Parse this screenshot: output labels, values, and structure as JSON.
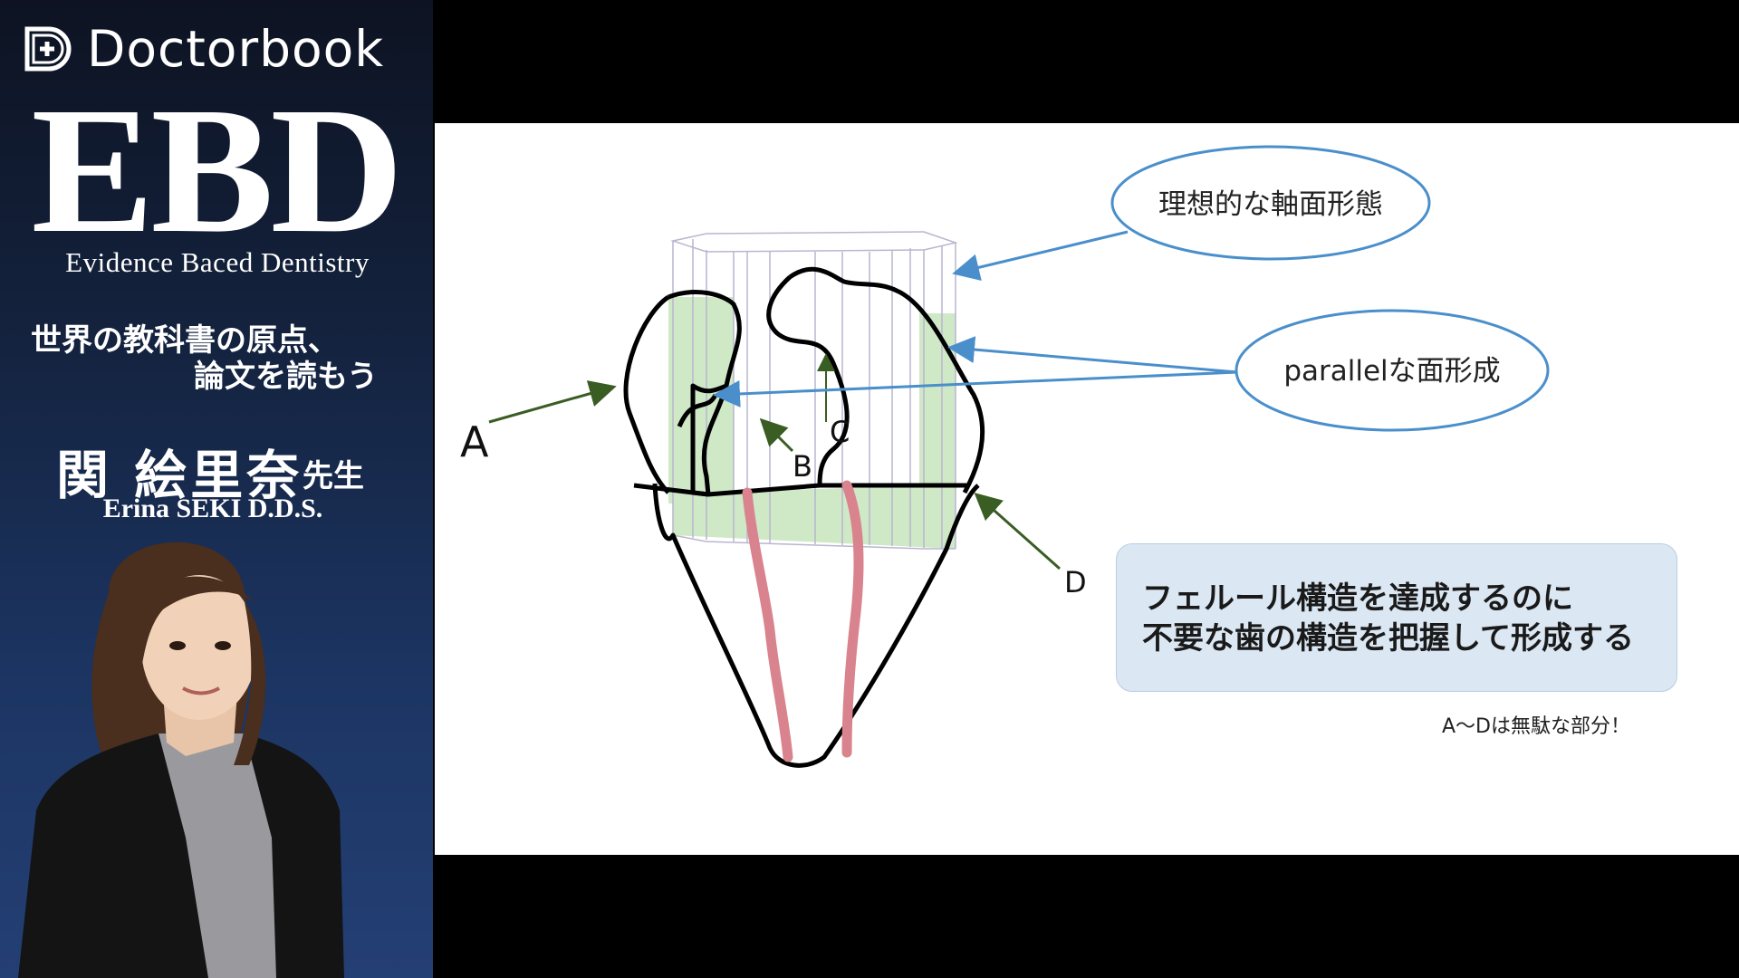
{
  "sidebar": {
    "brand": "Doctorbook",
    "logo_icon": "doctorbook-d-plus-logo",
    "title": "EBD",
    "subtitle": "Evidence Baced Dentistry",
    "tagline_1": "世界の教科書の原点、",
    "tagline_2": "論文を読もう",
    "presenter_name": "関 絵里奈",
    "presenter_suffix": "先生",
    "presenter_name_en": "Erina SEKI D.D.S."
  },
  "slide": {
    "bubble_top": "理想的な軸面形態",
    "bubble_mid": "parallelな面形成",
    "label_a": "A",
    "label_b": "B",
    "label_c": "C",
    "label_d": "D",
    "box_line_1": "フェルール構造を達成するのに",
    "box_line_2": "不要な歯の構造を把握して形成する",
    "note": "A～Dは無駄な部分！",
    "colors": {
      "bubble_stroke": "#4a8fcb",
      "arrow_green": "#3a5d24",
      "fill_green": "#cfe8c6",
      "canal_pink": "#d9838e",
      "box_fill": "#dbe7f3"
    }
  }
}
